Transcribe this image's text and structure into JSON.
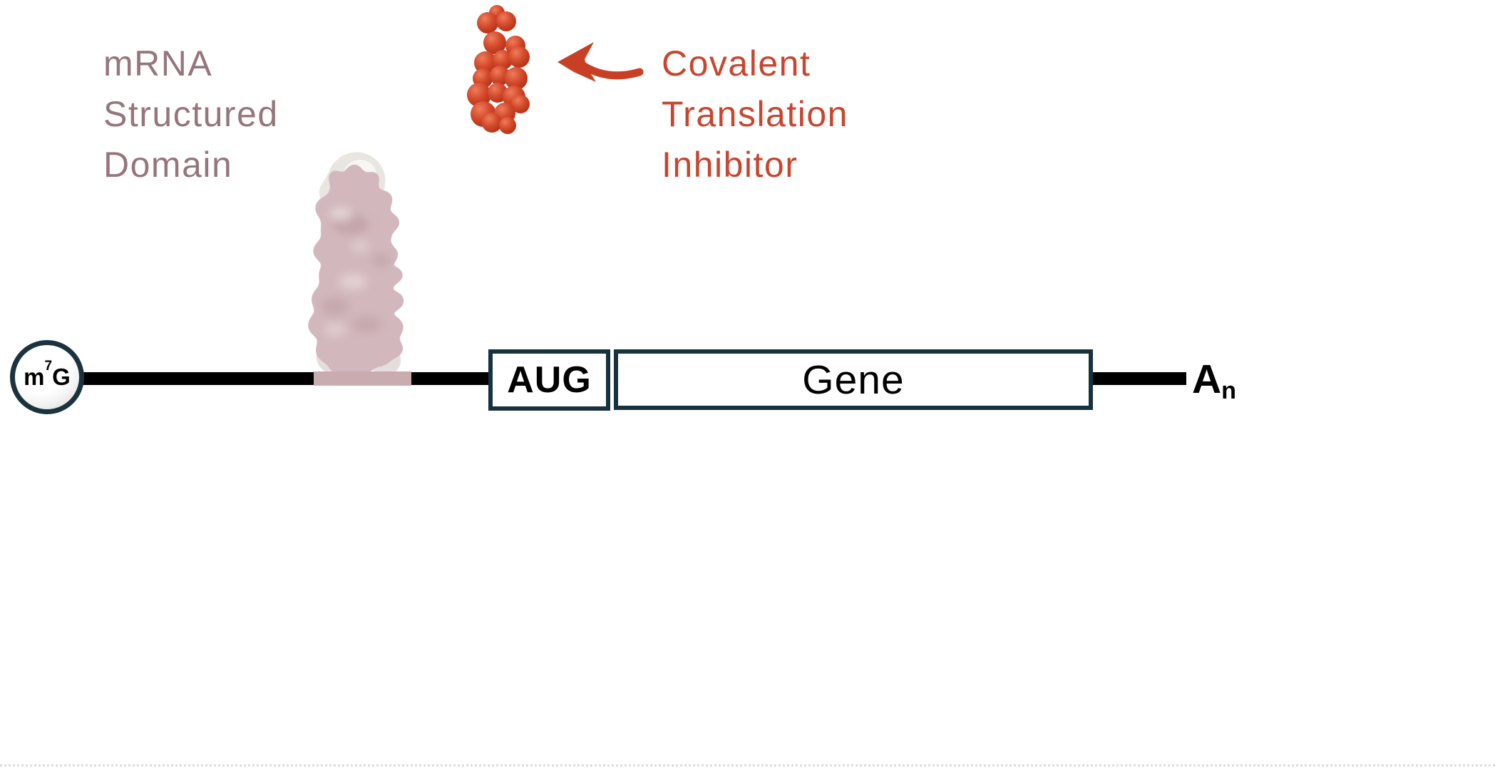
{
  "labels": {
    "structured_domain": {
      "lines": [
        "mRNA",
        "Structured",
        "Domain"
      ],
      "color": "#94767c"
    },
    "inhibitor": {
      "lines": [
        "Covalent",
        "Translation",
        "Inhibitor"
      ],
      "color": "#c8452e"
    }
  },
  "mrna": {
    "cap": {
      "m": "m",
      "superscript": "7",
      "g": "G"
    },
    "aug_label": "AUG",
    "gene_label": "Gene",
    "polya": {
      "a": "A",
      "subscript": "n"
    }
  },
  "icons": {
    "red_arrow": "left-pointing curved arrow from inhibitor label to molecule",
    "inhibitor_molecule": "red space-filling small-molecule model",
    "mrna_structure": "pink cryo-EM style structured RNA domain density"
  },
  "colors": {
    "structured_domain_text": "#94767c",
    "inhibitor_text": "#c8452e",
    "arrow_red": "#c93f24",
    "molecule_red": "#c63a1e",
    "box_border_navy": "#16323e",
    "mrna_line_black": "#000000",
    "structured_segment_pink": "#c8acaf",
    "structure_blob_pink": "#d2b8bc",
    "divider_gray": "#dcdcdc"
  }
}
